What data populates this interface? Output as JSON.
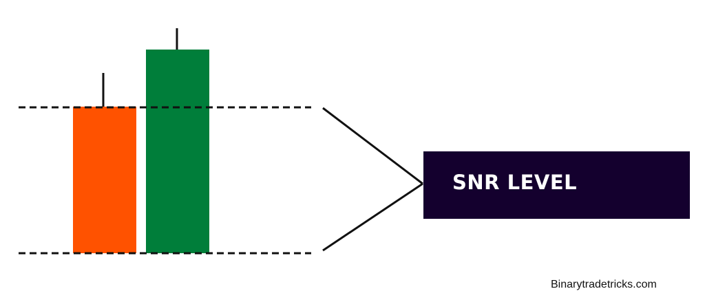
{
  "snr_label": {
    "text": "SNR LEVEL"
  },
  "watermark": {
    "text": "Binarytradetricks.com"
  },
  "candles": [
    {
      "name": "bearish-candle",
      "direction": "down",
      "color": "#ff5200"
    },
    {
      "name": "bullish-candle",
      "direction": "up",
      "color": "#007e3a"
    }
  ],
  "levels": [
    {
      "name": "resistance-line",
      "style": "dashed"
    },
    {
      "name": "support-line",
      "style": "dashed"
    }
  ],
  "colors": {
    "label_background": "#14002e",
    "label_text": "#ffffff",
    "lines": "#111111"
  }
}
